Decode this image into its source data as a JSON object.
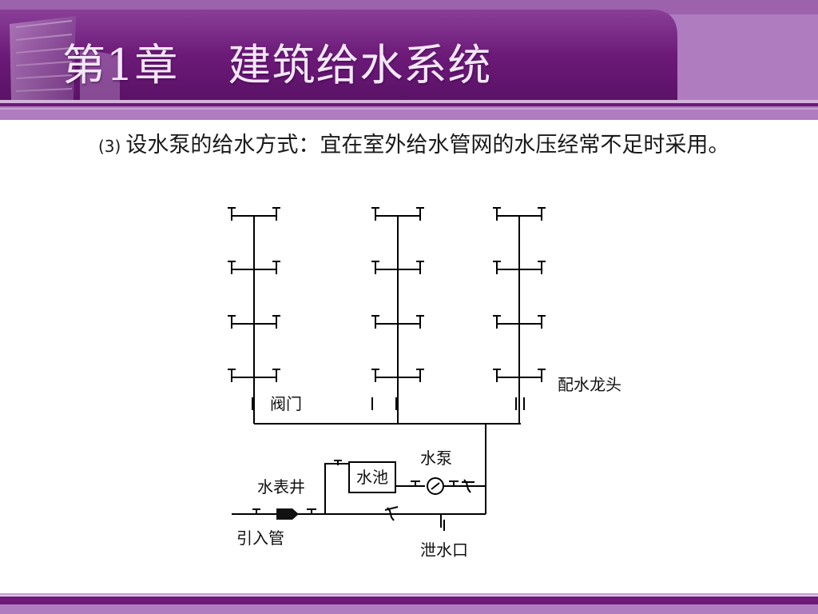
{
  "slide": {
    "chapter": "第1章",
    "title": "建筑给水系统"
  },
  "content": {
    "item_number": "(3)",
    "text": "设水泵的给水方式：宜在室外给水管网的水压经常不足时采用。"
  },
  "diagram": {
    "labels": {
      "valve": "阀门",
      "faucet": "配水龙头",
      "pump": "水泵",
      "tank": "水池",
      "meter_well": "水表井",
      "inlet_pipe": "引入管",
      "drain": "泄水口"
    },
    "riser_count": 3,
    "floors_per_riser": 4
  },
  "theme": {
    "header_purple": "#6d1a79",
    "header_light": "#a877b8",
    "accent_purple": "#5a1566",
    "line_color": "#000000"
  }
}
